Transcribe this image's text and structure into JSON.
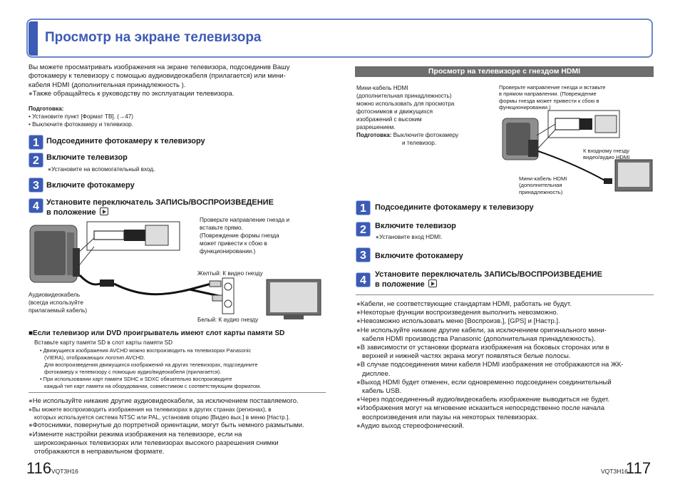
{
  "header": {
    "title": "Просмотр на экране телевизора"
  },
  "left": {
    "intro": [
      "Вы можете просматривать изображения на экране телевизора, подсоединив Вашу",
      "фотокамеру к телевизору с помощью аудиовидеокабеля (прилагается) или мини-",
      "кабеля HDMI (дополнительная принадлежность )."
    ],
    "intro_bullet": "Также обращайтесь к руководству по эксплуатации телевизора.",
    "prep_title": "Подготовка:",
    "prep_items": [
      "• Установите пункт [Формат ТВ]. (→47)",
      "• Выключите фотокамеру и телевизор."
    ],
    "steps": [
      {
        "num": "1",
        "label": "Подсоедините фотокамеру к телевизору",
        "sub": ""
      },
      {
        "num": "2",
        "label": "Включите телевизор",
        "sub": "Установите на вспомогательный вход."
      },
      {
        "num": "3",
        "label": "Включите фотокамеру",
        "sub": ""
      },
      {
        "num": "4",
        "label_line1": "Установите переключатель ЗАПИСЬ/ВОСПРОИЗВЕДЕНИЕ",
        "label_line2": "в положение"
      }
    ],
    "diagram": {
      "note": [
        "Проверьте направление гнезда и",
        "вставьте прямо.",
        "(Повреждение формы гнезда",
        "может привести к сбою в",
        "функционировании.)"
      ],
      "yellow": "Желтый: К видео гнезду",
      "white": "Белый: К аудио гнезду",
      "cable": [
        "Аудиовидеокабель",
        "(всегда используйте",
        "прилагаемый кабель)"
      ]
    },
    "sd": {
      "title": "■Если телевизор или DVD проигрыватель имеют слот карты памяти SD",
      "line": "Вставьте карту памяти SD в слот карты памяти SD",
      "items": [
        "• Движущиеся изображения AVCHD можно воспроизводить на телевизорах Panasonic",
        "(VIERA), отображающих логотип AVCHD.",
        "Для воспроизведения движущихся изображений на других телевизорах, подсоедините",
        "фотокамеру к телевизору с помощью аудио/видеокабеля (прилагается).",
        "• При использовании карт памяти SDHC и SDXC обязательно воспроизводите",
        "каждый тип карт памяти на оборудовании, совместимом с соответствующим форматом."
      ]
    },
    "notes": [
      {
        "t": "Не используйте никакие другие аудиовидеокабели, за исключением поставляемого.",
        "small": false
      },
      {
        "t": "Вы можете воспроизводить изображения на телевизорах в других странах (регионах), в",
        "small": true
      },
      {
        "t": "которых используется система NTSC или PAL, установив опцию [Видео вых.] в меню [Настр.].",
        "small": true,
        "cont": true
      },
      {
        "t": "Фотоснимки, повернутые до портретной ориентации, могут быть немного размытыми.",
        "small": false
      },
      {
        "t": "Измените настройки режима изображения на телевизоре, если на",
        "small": false
      },
      {
        "t": "широкоэкранных телевизорах или телевизорах высокого разрешения снимки",
        "small": false,
        "cont": true
      },
      {
        "t": "отображаются в неправильном формате.",
        "small": false,
        "cont": true
      }
    ],
    "page_number": "116",
    "model": "VQT3H16"
  },
  "right": {
    "section_title": "Просмотр на телевизоре с гнездом HDMI",
    "intro": [
      "Мини-кабель HDMI",
      "(дополнительная принадлежность)",
      "можно использовать для просмотра",
      "фотоснимков и движущихся",
      "изображений с высоким",
      "разрешением."
    ],
    "prep_title": "Подготовка:",
    "prep_text1": "Выключите фотокамеру",
    "prep_text2": "и телевизор.",
    "diagram": {
      "note": [
        "Проверьте направление гнезда и вставьте",
        "в прямом направлении. (Повреждение",
        "формы гнезда может привести к сбою в",
        "функционировании.)"
      ],
      "hdmi_in": [
        "К входному гнезду",
        "видео/аудио HDMI"
      ],
      "cable": [
        "Мини-кабель HDMI",
        "(дополнительная",
        "принадлежность)"
      ]
    },
    "steps": [
      {
        "num": "1",
        "label": "Подсоедините фотокамеру к телевизору",
        "sub": ""
      },
      {
        "num": "2",
        "label": "Включите телевизор",
        "sub": "Установите вход HDMI."
      },
      {
        "num": "3",
        "label": "Включите фотокамеру",
        "sub": ""
      },
      {
        "num": "4",
        "label_line1": "Установите переключатель ЗАПИСЬ/ВОСПРОИЗВЕДЕНИЕ",
        "label_line2": "в положение"
      }
    ],
    "notes": [
      {
        "t": "Кабели, не соответствующие стандартам HDMI, работать не будут."
      },
      {
        "t": "Некоторые функции воспроизведения выполнить невозможно."
      },
      {
        "t": "Невозможно использовать меню [Воспроизв.], [GPS] и [Настр.]."
      },
      {
        "t": "Не используйте никакие другие кабели, за исключением оригинального мини-"
      },
      {
        "t": "кабеля HDMI производства Panasonic (дополнительная принадлежность).",
        "cont": true
      },
      {
        "t": "В зависимости от установки формата изображения на боковых сторонах или в"
      },
      {
        "t": "верхней и нижней частях экрана могут появляться белые полосы.",
        "cont": true
      },
      {
        "t": "В случае подсоединения мини кабеля HDMI изображения не отображаются на ЖК-"
      },
      {
        "t": "дисплее.",
        "cont": true
      },
      {
        "t": "Выход HDMI будет отменен, если одновременно подсоединен соединительный"
      },
      {
        "t": "кабель USB.",
        "cont": true
      },
      {
        "t": "Через подсоединенный аудио/видеокабель изображение выводиться не будет."
      },
      {
        "t": "Изображения могут на мгновение исказиться непосредственно после начала"
      },
      {
        "t": "воспроизведения или паузы на некоторых телевизорах.",
        "cont": true
      },
      {
        "t": "Аудио выход стереофонический."
      }
    ],
    "page_number": "117",
    "model": "VQT3H16"
  },
  "colors": {
    "accent": "#3c5bb5",
    "section_bar": "#6e6e6e"
  }
}
